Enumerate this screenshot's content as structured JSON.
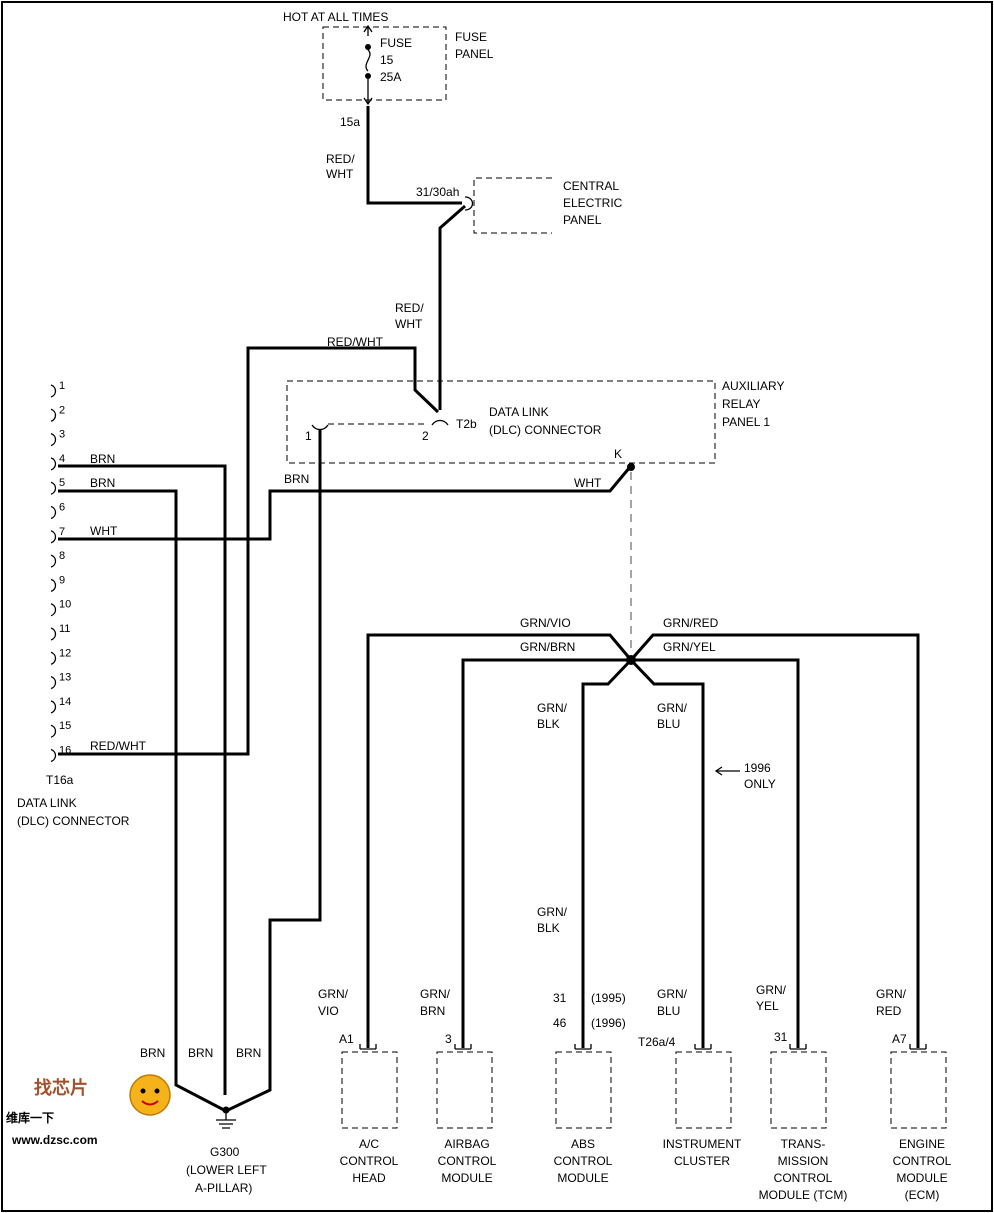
{
  "diagram": {
    "hot_at_all_times": "HOT AT ALL TIMES",
    "fuse": {
      "l1": "FUSE",
      "l2": "15",
      "l3": "25A"
    },
    "fuse_panel": {
      "l1": "FUSE",
      "l2": "PANEL"
    },
    "pin_15a": "15a",
    "wire_red_wht_1": {
      "l1": "RED/",
      "l2": "WHT"
    },
    "pin_31_30ah": "31/30ah",
    "central_panel": {
      "l1": "CENTRAL",
      "l2": "ELECTRIC",
      "l3": "PANEL"
    },
    "wire_red_wht_2": {
      "l1": "RED/",
      "l2": "WHT"
    },
    "wire_red_wht_top": "RED/WHT",
    "aux_relay": {
      "l1": "AUXILIARY",
      "l2": "RELAY",
      "l3": "PANEL 1"
    },
    "t2b": "T2b",
    "dlc_inner": {
      "l1": "DATA LINK",
      "l2": "(DLC) CONNECTOR"
    },
    "pin1": "1",
    "pin2": "2",
    "pinK": "K",
    "brn_top": "BRN",
    "wht_right": "WHT",
    "t16": {
      "pins": [
        "1",
        "2",
        "3",
        "4",
        "5",
        "6",
        "7",
        "8",
        "9",
        "10",
        "11",
        "12",
        "13",
        "14",
        "15",
        "16"
      ],
      "wire4": "BRN",
      "wire5": "BRN",
      "wire7": "WHT",
      "wire16": "RED/WHT",
      "label": "T16a",
      "name1": "DATA LINK",
      "name2": "(DLC) CONNECTOR"
    },
    "splice_wires": {
      "grn_vio": "GRN/VIO",
      "grn_brn": "GRN/BRN",
      "grn_red": "GRN/RED",
      "grn_yel": "GRN/YEL",
      "grn_blk_a": {
        "l1": "GRN/",
        "l2": "BLK"
      },
      "grn_blu_a": {
        "l1": "GRN/",
        "l2": "BLU"
      },
      "grn_blk_b": {
        "l1": "GRN/",
        "l2": "BLK"
      }
    },
    "note_1996": {
      "l1": "1996",
      "l2": "ONLY"
    },
    "modules": [
      {
        "wire1": "GRN/",
        "wire2": "VIO",
        "pin": "A1",
        "n1": "A/C",
        "n2": "CONTROL",
        "n3": "HEAD",
        "n4": ""
      },
      {
        "wire1": "GRN/",
        "wire2": "BRN",
        "pin": "3",
        "n1": "AIRBAG",
        "n2": "CONTROL",
        "n3": "MODULE",
        "n4": ""
      },
      {
        "pin_a": "31",
        "pin_a_note": "(1995)",
        "pin_b": "46",
        "pin_b_note": "(1996)",
        "n1": "ABS",
        "n2": "CONTROL",
        "n3": "MODULE",
        "n4": ""
      },
      {
        "wire1": "GRN/",
        "wire2": "BLU",
        "pin": "T26a/4",
        "n1": "INSTRUMENT",
        "n2": "CLUSTER",
        "n3": "",
        "n4": ""
      },
      {
        "wire1": "GRN/",
        "wire2": "YEL",
        "pin": "31",
        "n1": "TRANS-",
        "n2": "MISSION",
        "n3": "CONTROL",
        "n4": "MODULE (TCM)"
      },
      {
        "wire1": "GRN/",
        "wire2": "RED",
        "pin": "A7",
        "n1": "ENGINE",
        "n2": "CONTROL",
        "n3": "MODULE",
        "n4": "(ECM)"
      }
    ],
    "ground": {
      "brn1": "BRN",
      "brn2": "BRN",
      "brn3": "BRN",
      "name": "G300",
      "l1": "(LOWER LEFT",
      "l2": "A-PILLAR)"
    },
    "watermark": {
      "cn_top": "找芯片",
      "cn_bottom": "维库一下",
      "url": "www.dzsc.com"
    }
  }
}
